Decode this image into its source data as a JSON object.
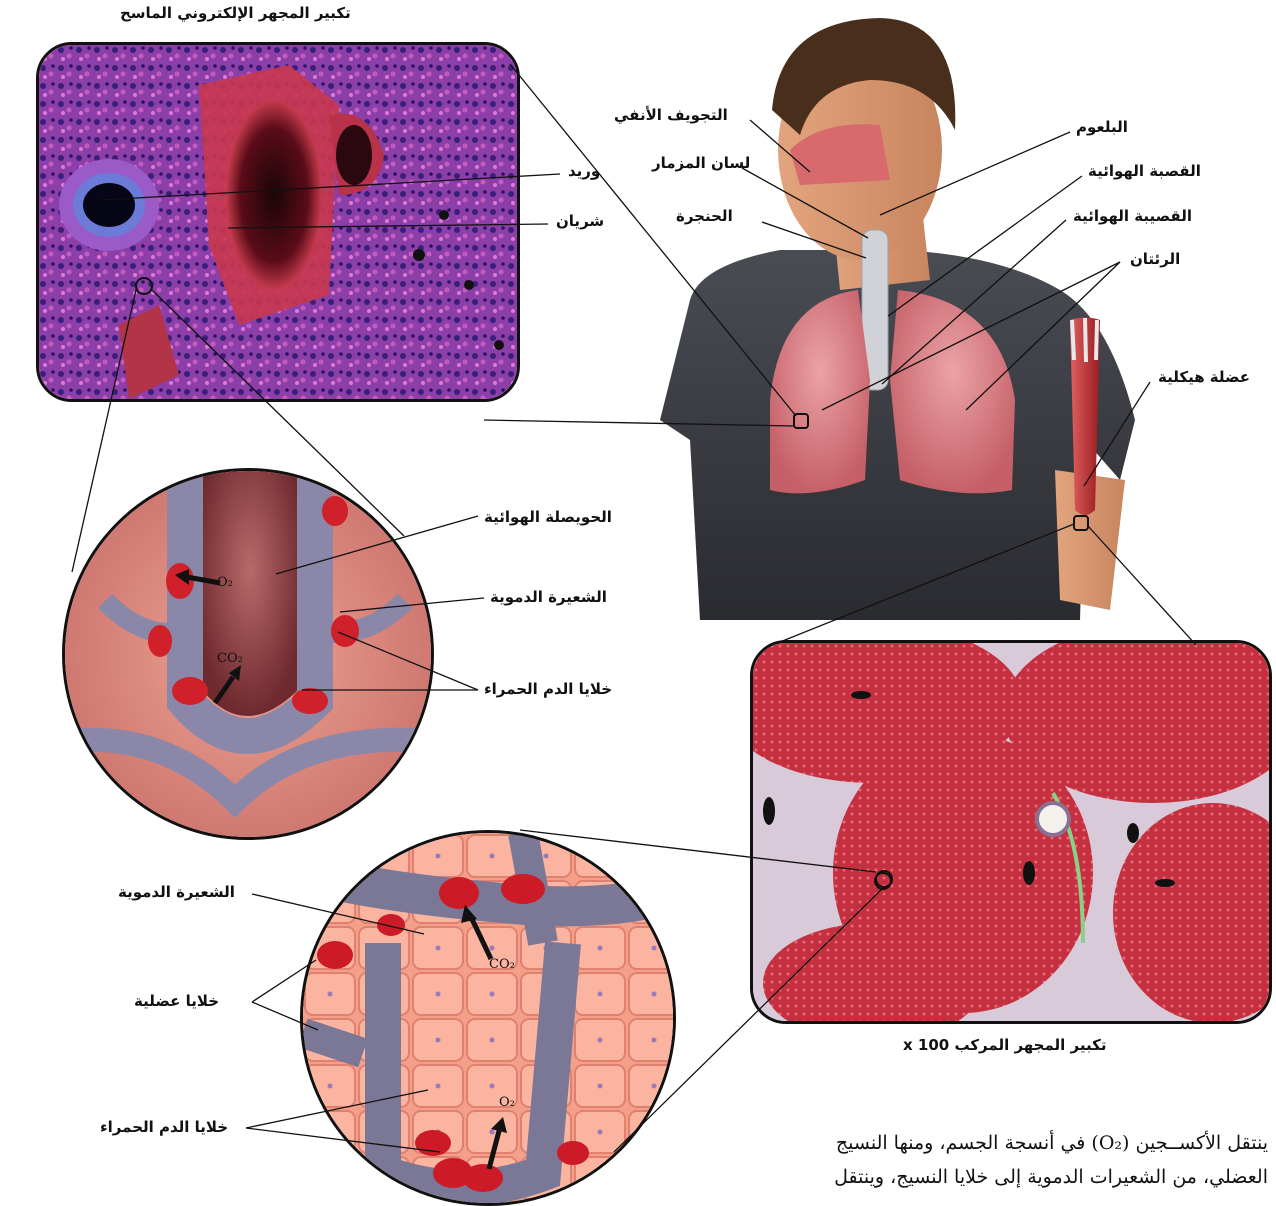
{
  "top_panel": {
    "title": "تكبير المجهر الإلكتروني الماسح",
    "label_vein": "وريد",
    "label_artery": "شريان"
  },
  "figure_labels": {
    "nasal_cavity": "التجويف الأنفي",
    "pharynx": "البلعوم",
    "epiglottis": "لسان المزمار",
    "trachea": "القصبة الهوائية",
    "larynx": "الحنجرة",
    "bronchiole": "القصيبة الهوائية",
    "lungs": "الرئتان",
    "skeletal_muscle": "عضلة هيكلية"
  },
  "alveolus_detail": {
    "alveolus": "الحويصلة الهوائية",
    "capillary": "الشعيرة الدموية",
    "red_blood_cells": "خلايا الدم الحمراء",
    "o2": "O₂",
    "co2": "CO₂"
  },
  "muscle_panel": {
    "caption": "تكبير المجهر المركب 100 x"
  },
  "muscle_detail": {
    "capillary": "الشعيرة الدموية",
    "muscle_cells": "خلايا عضلية",
    "red_blood_cells": "خلايا الدم الحمراء",
    "co2": "CO₂",
    "o2": "O₂"
  },
  "paragraph": {
    "line1": "ينتقل الأكســجين (O₂) في أنسجة الجسم، ومنها النسيج",
    "line2": "العضلي، من الشعيرات الدموية إلى خلايا النسيج، وينتقل"
  }
}
